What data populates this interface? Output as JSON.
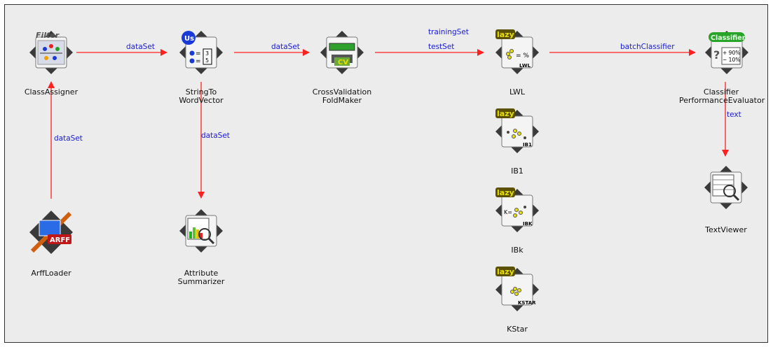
{
  "nodes": {
    "classassigner": {
      "label": "ClassAssigner",
      "badge": "Filter"
    },
    "stringto": {
      "label1": "StringTo",
      "label2": "WordVector",
      "badge": "Us"
    },
    "crossval": {
      "label1": "CrossValidation",
      "label2": "FoldMaker",
      "badge": "CV"
    },
    "lwl": {
      "label": "LWL",
      "badge": "lazy",
      "tag": "LWL"
    },
    "ib1": {
      "label": "IB1",
      "badge": "lazy",
      "tag": "IB1"
    },
    "ibk": {
      "label": "IBk",
      "badge": "lazy",
      "tag": "IBK"
    },
    "kstar": {
      "label": "KStar",
      "badge": "lazy",
      "tag": "KSTAR"
    },
    "cpe": {
      "label1": "Classifier",
      "label2": "PerformanceEvaluator",
      "badge": "Classifier",
      "pct1": "+ 90%",
      "pct2": "− 10%"
    },
    "textviewer": {
      "label": "TextViewer"
    },
    "arffloader": {
      "label": "ArffLoader",
      "badge": "ARFF"
    },
    "attrsum": {
      "label1": "Attribute",
      "label2": "Summarizer"
    }
  },
  "connections": {
    "c1": "dataSet",
    "c2": "dataSet",
    "c3_a": "trainingSet",
    "c3_b": "testSet",
    "c4": "batchClassifier",
    "c5": "dataSet",
    "c6": "dataSet",
    "c7": "text"
  },
  "colors": {
    "wire": "#ff2020",
    "link_text": "#1a1ad8",
    "canvas": "#ececec",
    "lazy": "#e8e000"
  }
}
